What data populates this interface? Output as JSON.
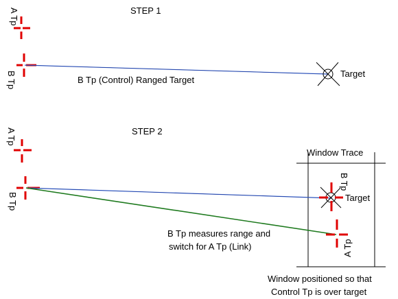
{
  "step1": {
    "title": "STEP 1",
    "a_tp_label": "A Tp",
    "b_tp_label": "B Tp",
    "ray_caption": "B Tp (Control) Ranged Target",
    "target_label": "Target"
  },
  "step2": {
    "title": "STEP 2",
    "a_tp_label": "A Tp",
    "b_tp_label": "B Tp",
    "window_title": "Window Trace",
    "window_b_tp_label": "B Tp",
    "window_a_tp_label": "A Tp",
    "target_label": "Target",
    "measure_caption": [
      "B Tp measures range and",
      "switch for A Tp (Link)"
    ],
    "window_caption": [
      "Window positioned so that",
      "Control Tp is over target"
    ]
  },
  "colors": {
    "crosshair": "#e00000",
    "ranging_line": "#3a6fe0",
    "link_line": "#1e7a1e"
  }
}
